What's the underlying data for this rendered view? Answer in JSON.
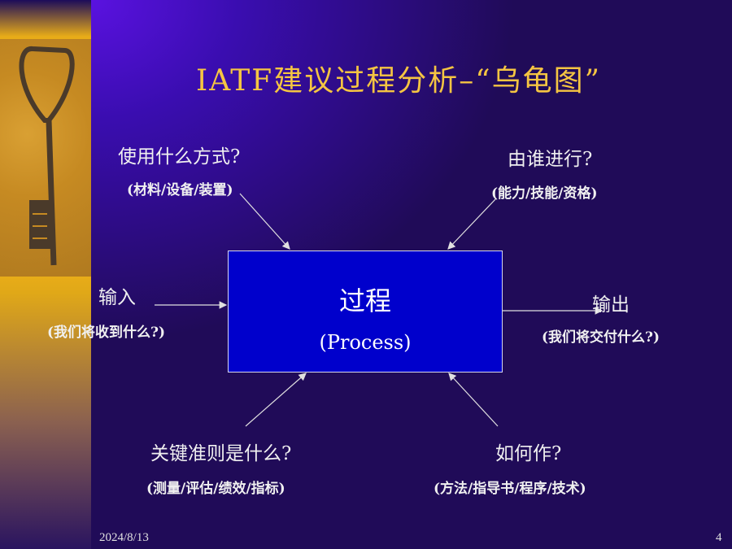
{
  "title": "IATF建议过程分析–“乌龟图”",
  "process": {
    "label": "过程",
    "sub": "(Process)"
  },
  "top_left": {
    "question": "使用什么方式?",
    "detail": "(材料/设备/装置)"
  },
  "top_right": {
    "question": "由谁进行?",
    "detail": "(能力/技能/资格)"
  },
  "input": {
    "question": "输入",
    "detail": "(我们将收到什么?)"
  },
  "output": {
    "question": "输出",
    "detail": "(我们将交付什么?)"
  },
  "bottom_left": {
    "question": "关键准则是什么?",
    "detail": "(测量/评估/绩效/指标)"
  },
  "bottom_right": {
    "question": "如何作?",
    "detail": "(方法/指导书/程序/技术)"
  },
  "footer": {
    "date": "2024/8/13",
    "page": "4"
  }
}
